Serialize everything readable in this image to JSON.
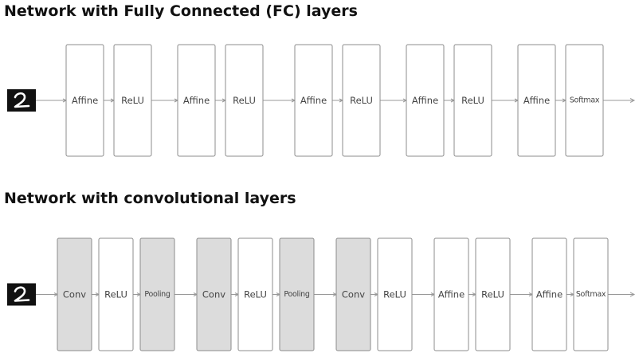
{
  "titles": {
    "fc": "Network with Fully Connected (FC) layers",
    "conv": "Network with convolutional layers"
  },
  "fc_network": {
    "input_icon": "handwritten-digit-2-icon",
    "layers": [
      {
        "label": "Affine",
        "style": "white"
      },
      {
        "label": "ReLU",
        "style": "white"
      },
      {
        "label": "Affine",
        "style": "white"
      },
      {
        "label": "ReLU",
        "style": "white"
      },
      {
        "label": "Affine",
        "style": "white"
      },
      {
        "label": "ReLU",
        "style": "white"
      },
      {
        "label": "Affine",
        "style": "white"
      },
      {
        "label": "ReLU",
        "style": "white"
      },
      {
        "label": "Affine",
        "style": "white"
      },
      {
        "label": "Softmax",
        "style": "white"
      }
    ]
  },
  "conv_network": {
    "input_icon": "handwritten-digit-2-icon",
    "layers": [
      {
        "label": "Conv",
        "style": "gray"
      },
      {
        "label": "ReLU",
        "style": "white"
      },
      {
        "label": "Pooling",
        "style": "gray"
      },
      {
        "label": "Conv",
        "style": "gray"
      },
      {
        "label": "ReLU",
        "style": "white"
      },
      {
        "label": "Pooling",
        "style": "gray"
      },
      {
        "label": "Conv",
        "style": "gray"
      },
      {
        "label": "ReLU",
        "style": "white"
      },
      {
        "label": "Affine",
        "style": "white"
      },
      {
        "label": "ReLU",
        "style": "white"
      },
      {
        "label": "Affine",
        "style": "white"
      },
      {
        "label": "Softmax",
        "style": "white"
      }
    ]
  },
  "colors": {
    "conv_pool_fill": "#dcdcdc",
    "block_fill": "#ffffff",
    "border": "#8c8c8c"
  }
}
